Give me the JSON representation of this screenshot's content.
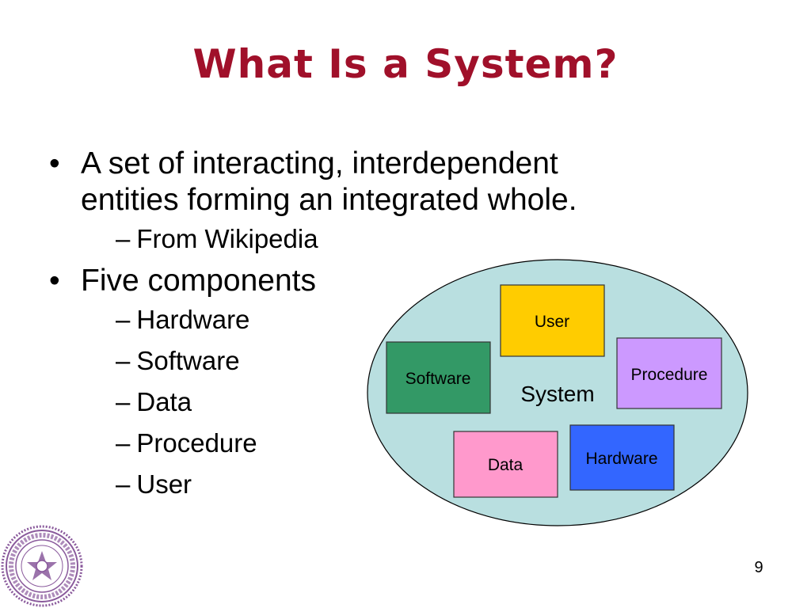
{
  "slide": {
    "title": "What Is a System?",
    "page_number": "9"
  },
  "bullets": {
    "definition": {
      "marker": "•",
      "line1": "A set of interacting, interdependent",
      "line2": "entities forming an integrated whole.",
      "source_dash": "–",
      "source": "From Wikipedia"
    },
    "components": {
      "marker": "•",
      "heading": "Five components",
      "dash": "–",
      "items": [
        "Hardware",
        "Software",
        "Data",
        "Procedure",
        "User"
      ]
    }
  },
  "diagram": {
    "container_label": "System",
    "container_fill": "#b9dfe0",
    "boxes": [
      {
        "label": "User",
        "fill": "#ffcc00"
      },
      {
        "label": "Software",
        "fill": "#339966"
      },
      {
        "label": "Procedure",
        "fill": "#cc99ff"
      },
      {
        "label": "Data",
        "fill": "#ff99cc"
      },
      {
        "label": "Hardware",
        "fill": "#3366ff"
      }
    ]
  },
  "colors": {
    "title": "#a0102a",
    "seal": "#8a5a9c"
  },
  "icons": {
    "seal": "university-seal-icon"
  }
}
